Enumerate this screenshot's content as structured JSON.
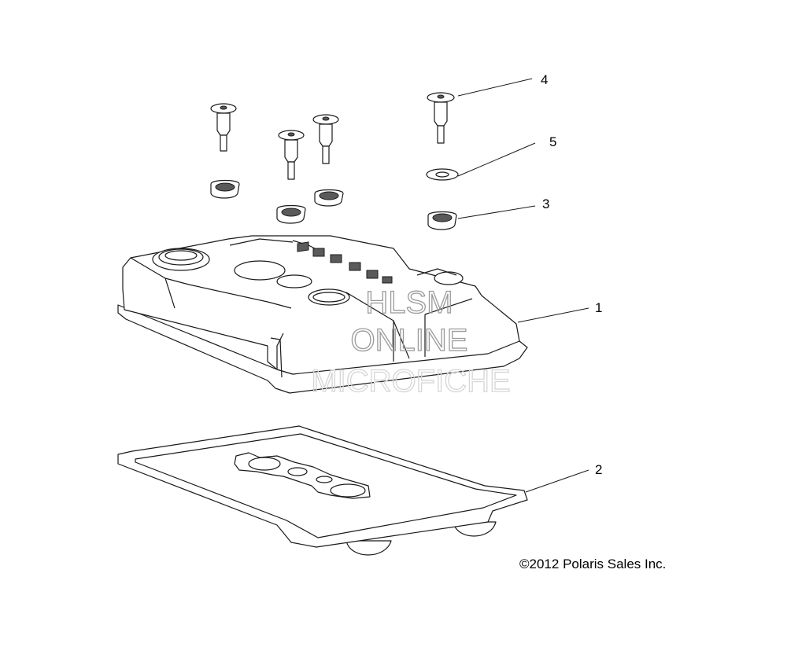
{
  "callouts": {
    "c1": "1",
    "c2": "2",
    "c3": "3",
    "c4": "4",
    "c5": "5"
  },
  "watermark": {
    "line1": "HLSM",
    "line2": "ONLINE",
    "line3": "MICROFICHE"
  },
  "copyright": "©2012 Polaris Sales Inc."
}
